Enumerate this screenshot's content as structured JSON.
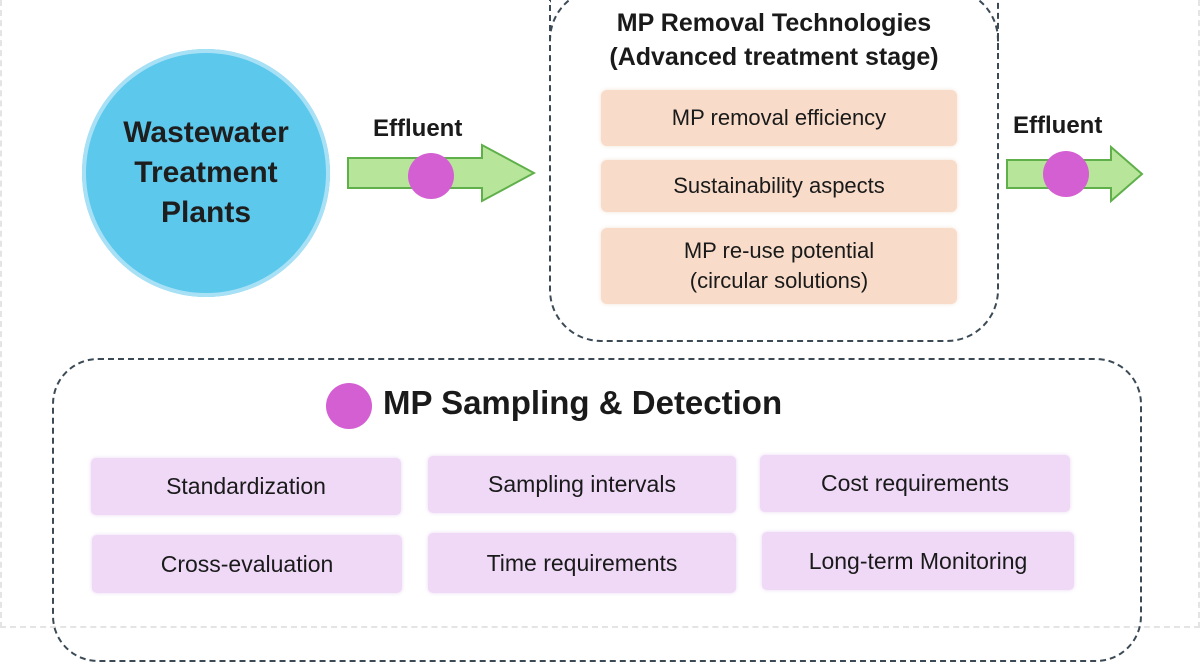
{
  "plant": {
    "label": "Wastewater\nTreatment\nPlants"
  },
  "flow": {
    "effluent_in": "Effluent",
    "effluent_out": "Effluent"
  },
  "technologies": {
    "title": "MP Removal Technologies\n(Advanced treatment stage)",
    "items": [
      "MP removal efficiency",
      "Sustainability aspects",
      "MP re-use potential\n(circular solutions)"
    ]
  },
  "sampling": {
    "title": "MP Sampling & Detection",
    "items": [
      "Standardization",
      "Sampling intervals",
      "Cost requirements",
      "Cross-evaluation",
      "Time requirements",
      "Long-term Monitoring"
    ]
  },
  "colors": {
    "plant_fill": "#5cc8ec",
    "arrow_fill": "#b7e59a",
    "arrow_stroke": "#5fb04a",
    "microplastic_dot": "#d45fd2",
    "tech_item_fill": "#f8dcc9",
    "sampling_item_fill": "#efd9f7",
    "dashed_border": "#3b4a55"
  }
}
